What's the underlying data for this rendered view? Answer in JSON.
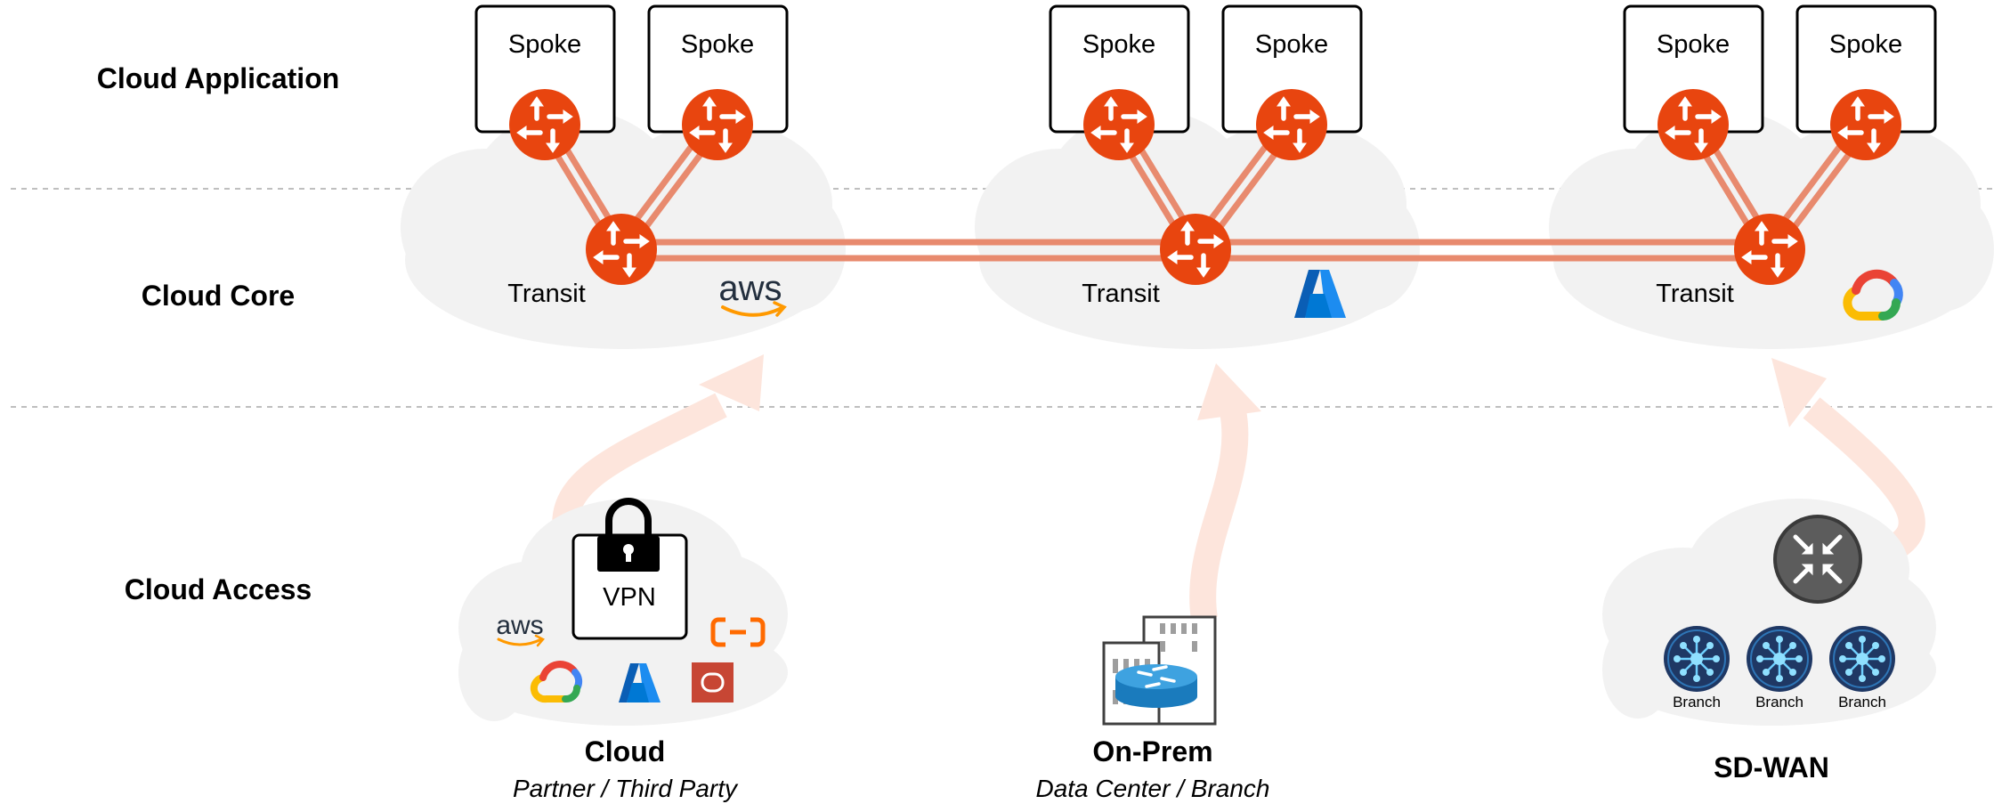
{
  "tiers": {
    "application": "Cloud Application",
    "core": "Cloud Core",
    "access": "Cloud Access"
  },
  "spoke_label": "Spoke",
  "transit_label": "Transit",
  "core_regions": [
    {
      "provider": "AWS",
      "logo_text": "aws",
      "icon": "aws-logo-icon"
    },
    {
      "provider": "Azure",
      "icon": "azure-logo-icon"
    },
    {
      "provider": "Google Cloud",
      "icon": "google-cloud-logo-icon"
    }
  ],
  "access": {
    "cloud": {
      "title": "Cloud",
      "subtitle": "Partner / Third Party",
      "vpn_label": "VPN",
      "aws_logo_text": "aws",
      "oracle_glyph": "O"
    },
    "onprem": {
      "title": "On-Prem",
      "subtitle": "Data Center / Branch"
    },
    "sdwan": {
      "title": "SD-WAN",
      "branches": [
        "Branch",
        "Branch",
        "Branch"
      ]
    }
  },
  "colors": {
    "router": "#e8450f",
    "link": "#e88a6e",
    "arrow": "#fde5dc",
    "cloud_fill": "#f2f2f2",
    "divider": "#bfbfbf",
    "azure": "#0078d4",
    "aws_smile": "#ff9900",
    "oracle": "#c74634",
    "alibaba": "#ff6a00",
    "branch_node": "#1f3864",
    "sdwan_hub": "#595959"
  }
}
